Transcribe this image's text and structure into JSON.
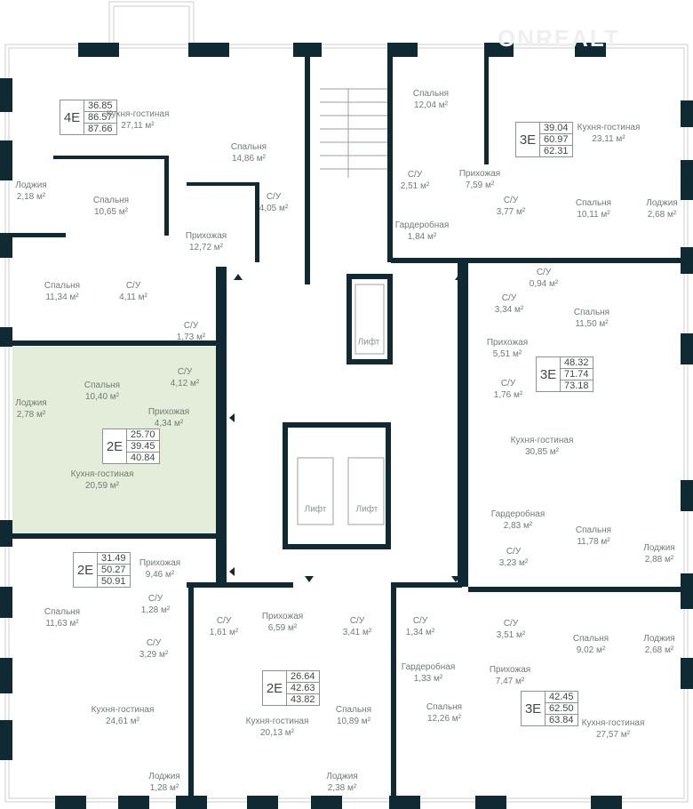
{
  "watermark": "ONREALT",
  "colors": {
    "wall": "#0f2a33",
    "highlight": "#e4edda",
    "text": "#6f7c74"
  },
  "lift_label": "Лифт",
  "apartments": [
    {
      "type": "4E",
      "areas": [
        "36.85",
        "86.57",
        "87.66"
      ]
    },
    {
      "type": "3E",
      "areas": [
        "39.04",
        "60.97",
        "62.31"
      ]
    },
    {
      "type": "3E",
      "areas": [
        "48.32",
        "71.74",
        "73.18"
      ]
    },
    {
      "type": "2E",
      "areas": [
        "25.70",
        "39.45",
        "40.84"
      ],
      "highlighted": true
    },
    {
      "type": "2E",
      "areas": [
        "31.49",
        "50.27",
        "50.91"
      ]
    },
    {
      "type": "2E",
      "areas": [
        "26.64",
        "42.63",
        "43.82"
      ]
    },
    {
      "type": "3E",
      "areas": [
        "42.45",
        "62.50",
        "63.84"
      ]
    }
  ],
  "rooms": [
    {
      "name": "Кухня-гостиная",
      "area": "27,11 м²"
    },
    {
      "name": "Спальня",
      "area": "14,86 м²"
    },
    {
      "name": "Лоджия",
      "area": "2,18 м²"
    },
    {
      "name": "Спальня",
      "area": "10,65 м²"
    },
    {
      "name": "С/У",
      "area": "4,05 м²"
    },
    {
      "name": "Прихожая",
      "area": "12,72 м²"
    },
    {
      "name": "Спальня",
      "area": "11,34 м²"
    },
    {
      "name": "С/У",
      "area": "4,11 м²"
    },
    {
      "name": "С/У",
      "area": "1,73 м²"
    },
    {
      "name": "Спальня",
      "area": "12,04 м²"
    },
    {
      "name": "Кухня-гостиная",
      "area": "23,11 м²"
    },
    {
      "name": "С/У",
      "area": "2,51 м²"
    },
    {
      "name": "Прихожая",
      "area": "7,59 м²"
    },
    {
      "name": "С/У",
      "area": "3,77 м²"
    },
    {
      "name": "Спальня",
      "area": "10,11 м²"
    },
    {
      "name": "Лоджия",
      "area": "2,68 м²"
    },
    {
      "name": "Гардеробная",
      "area": "1,84 м²"
    },
    {
      "name": "С/У",
      "area": "0,94 м²"
    },
    {
      "name": "С/У",
      "area": "3,34 м²"
    },
    {
      "name": "Спальня",
      "area": "11,50 м²"
    },
    {
      "name": "Прихожая",
      "area": "5,51 м²"
    },
    {
      "name": "С/У",
      "area": "1,76 м²"
    },
    {
      "name": "Кухня-гостиная",
      "area": "30,85 м²"
    },
    {
      "name": "Гардеробная",
      "area": "2,83 м²"
    },
    {
      "name": "Спальня",
      "area": "11,78 м²"
    },
    {
      "name": "Лоджия",
      "area": "2,88 м²"
    },
    {
      "name": "С/У",
      "area": "3,23 м²"
    },
    {
      "name": "Спальня",
      "area": "10,40 м²"
    },
    {
      "name": "С/У",
      "area": "4,12 м²"
    },
    {
      "name": "Лоджия",
      "area": "2,78 м²"
    },
    {
      "name": "Прихожая",
      "area": "4,34 м²"
    },
    {
      "name": "Кухня-гостиная",
      "area": "20,59 м²"
    },
    {
      "name": "Прихожая",
      "area": "9,46 м²"
    },
    {
      "name": "С/У",
      "area": "1,28 м²"
    },
    {
      "name": "Спальня",
      "area": "11,63 м²"
    },
    {
      "name": "С/У",
      "area": "3,29 м²"
    },
    {
      "name": "Кухня-гостиная",
      "area": "24,61 м²"
    },
    {
      "name": "Лоджия",
      "area": "1,28 м²"
    },
    {
      "name": "С/У",
      "area": "1,61 м²"
    },
    {
      "name": "Прихожая",
      "area": "6,59 м²"
    },
    {
      "name": "С/У",
      "area": "3,41 м²"
    },
    {
      "name": "Кухня-гостиная",
      "area": "20,13 м²"
    },
    {
      "name": "Спальня",
      "area": "10,89 м²"
    },
    {
      "name": "Лоджия",
      "area": "2,38 м²"
    },
    {
      "name": "С/У",
      "area": "1,34 м²"
    },
    {
      "name": "С/У",
      "area": "3,51 м²"
    },
    {
      "name": "Спальня",
      "area": "9,02 м²"
    },
    {
      "name": "Лоджия",
      "area": "2,68 м²"
    },
    {
      "name": "Гардеробная",
      "area": "1,33 м²"
    },
    {
      "name": "Прихожая",
      "area": "7,47 м²"
    },
    {
      "name": "Спальня",
      "area": "12,26 м²"
    },
    {
      "name": "Кухня-гостиная",
      "area": "27,57 м²"
    }
  ]
}
